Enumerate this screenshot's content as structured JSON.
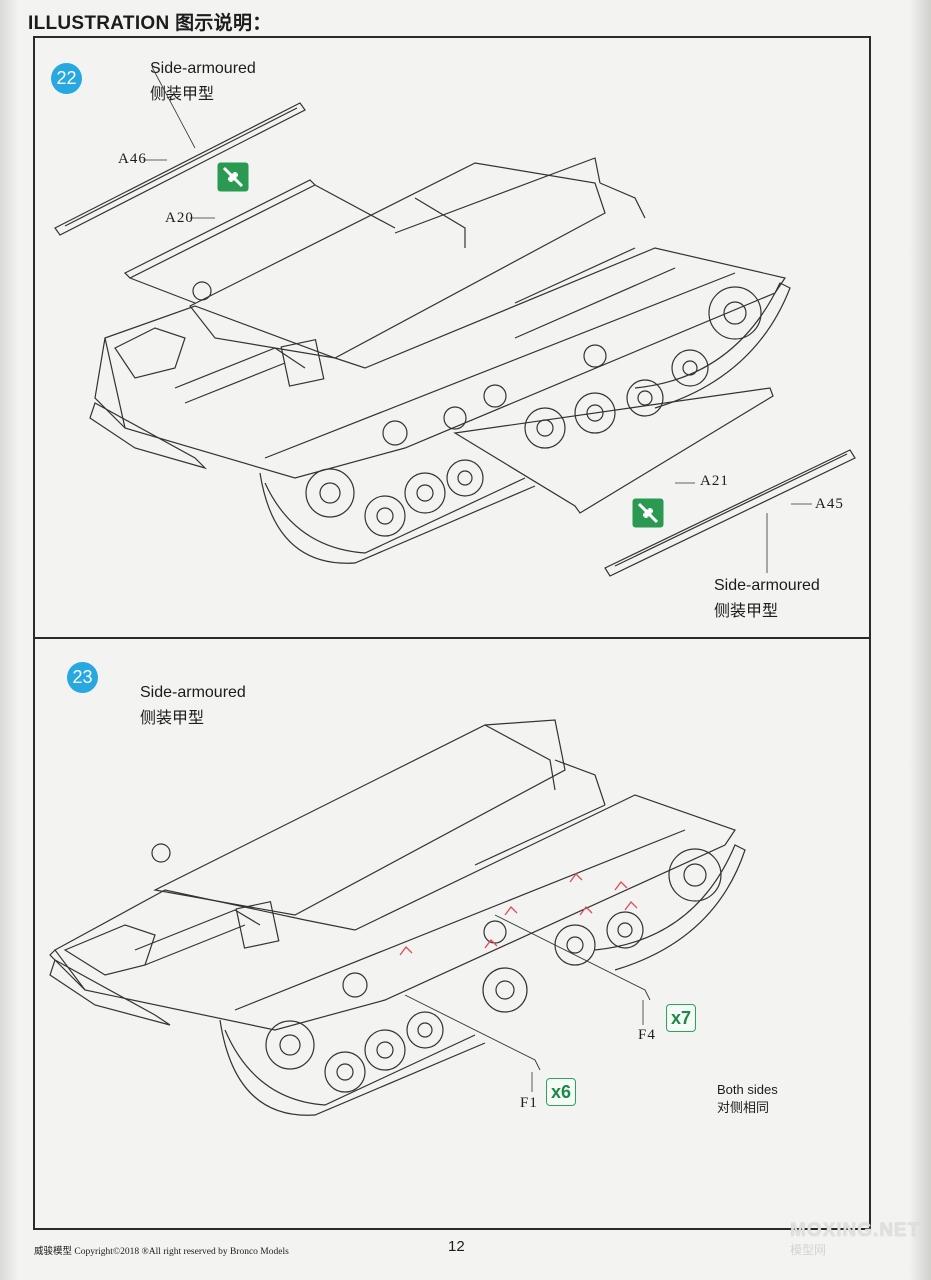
{
  "header": {
    "title": "ILLUSTRATION 图示说明："
  },
  "step22": {
    "number": "22",
    "top_label_en": "Side-armoured",
    "top_label_cn": "侧装甲型",
    "bottom_label_en": "Side-armoured",
    "bottom_label_cn": "侧装甲型",
    "parts": {
      "a46": "A46",
      "a20": "A20",
      "a21": "A21",
      "a45": "A45"
    }
  },
  "step23": {
    "number": "23",
    "label_en": "Side-armoured",
    "label_cn": "侧装甲型",
    "parts": {
      "f4": "F4",
      "f1": "F1"
    },
    "qty_f4": "x7",
    "qty_f1": "x6",
    "note_en": "Both sides",
    "note_cn": "对侧相同"
  },
  "footer": {
    "copyright": "威骏模型  Copyright©2018  ®All right reserved by Bronco Models",
    "page_number": "12"
  },
  "watermark": {
    "text": "MOXING.NET",
    "sub": "模型网"
  },
  "colors": {
    "step_badge": "#27a8e0",
    "qty_green": "#2aa55a",
    "glue_green": "#2a9a52",
    "accent_red": "#e04b5a"
  }
}
